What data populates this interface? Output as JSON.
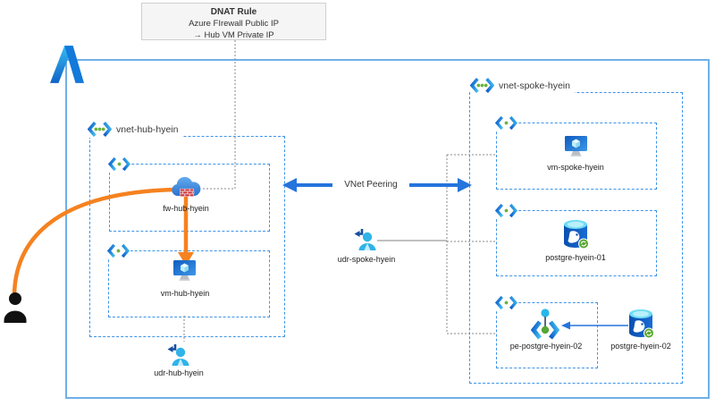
{
  "dnat": {
    "title": "DNAT Rule",
    "line1": "Azure FIrewall Public IP",
    "line2": "→ Hub VM Private IP"
  },
  "hub": {
    "label": "vnet-hub-hyein",
    "firewall_label": "fw-hub-hyein",
    "vm_label": "vm-hub-hyein",
    "udr_label": "udr-hub-hyein"
  },
  "spoke": {
    "label": "vnet-spoke-hyein",
    "vm_label": "vm-spoke-hyein",
    "postgres1_label": "postgre-hyein-01",
    "pe_label": "pe-postgre-hyein-02",
    "postgres2_label": "postgre-hyein-02"
  },
  "middle": {
    "peering_label": "VNet Peering",
    "udr_label": "udr-spoke-hyein"
  },
  "colors": {
    "outer_border_blue": "#6fb0ea",
    "dashed_blue": "#3f94e6",
    "arrow_blue": "#2574dd",
    "accent_orange": "#f58220",
    "azure_blue": "#1379da",
    "brick_red": "#d13438",
    "green_dot": "#6cb33f",
    "gray_line": "#8a8a8a",
    "note_bg": "#f5f5f5"
  },
  "icons": {
    "azure-logo": "Azure 'A' mark",
    "vnet-icon": "angle brackets with 3 green dots",
    "subnet-icon": "angle brackets with 1 green dot",
    "firewall-icon": "blue cloud with red brick wall",
    "vm-icon": "blue monitor with cyan cube",
    "udr-icon": "cyan user with dark route arrow",
    "postgresql-icon": "blue database cylinder with elephant and green badge",
    "private-endpoint-icon": "brackets with green dot and cyan pin",
    "user-icon": "black person silhouette"
  }
}
